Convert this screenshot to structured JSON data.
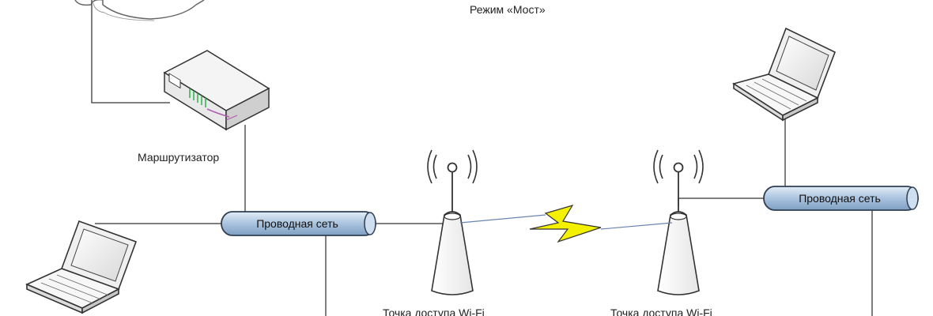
{
  "diagram": {
    "title": "Режим «Мост»",
    "router_label": "Маршрутизатор",
    "wired_network_left": "Проводная сеть",
    "wired_network_right": "Проводная сеть",
    "access_point_left": "Точка доступа Wi-Fi",
    "access_point_right": "Точка доступа Wi-Fi"
  },
  "icons": {
    "cloud": "cloud-icon",
    "router": "router-icon",
    "laptop": "laptop-icon",
    "access_point": "access-point-icon",
    "signal": "wireless-signal-icon",
    "link": "lightning-link-icon"
  },
  "colors": {
    "pipe_fill": "#b9cfe6",
    "pipe_stroke": "#2f3f52",
    "lightning": "#f3f000",
    "line": "#555555",
    "router_green": "#2db34a",
    "router_purple": "#b05db0"
  }
}
